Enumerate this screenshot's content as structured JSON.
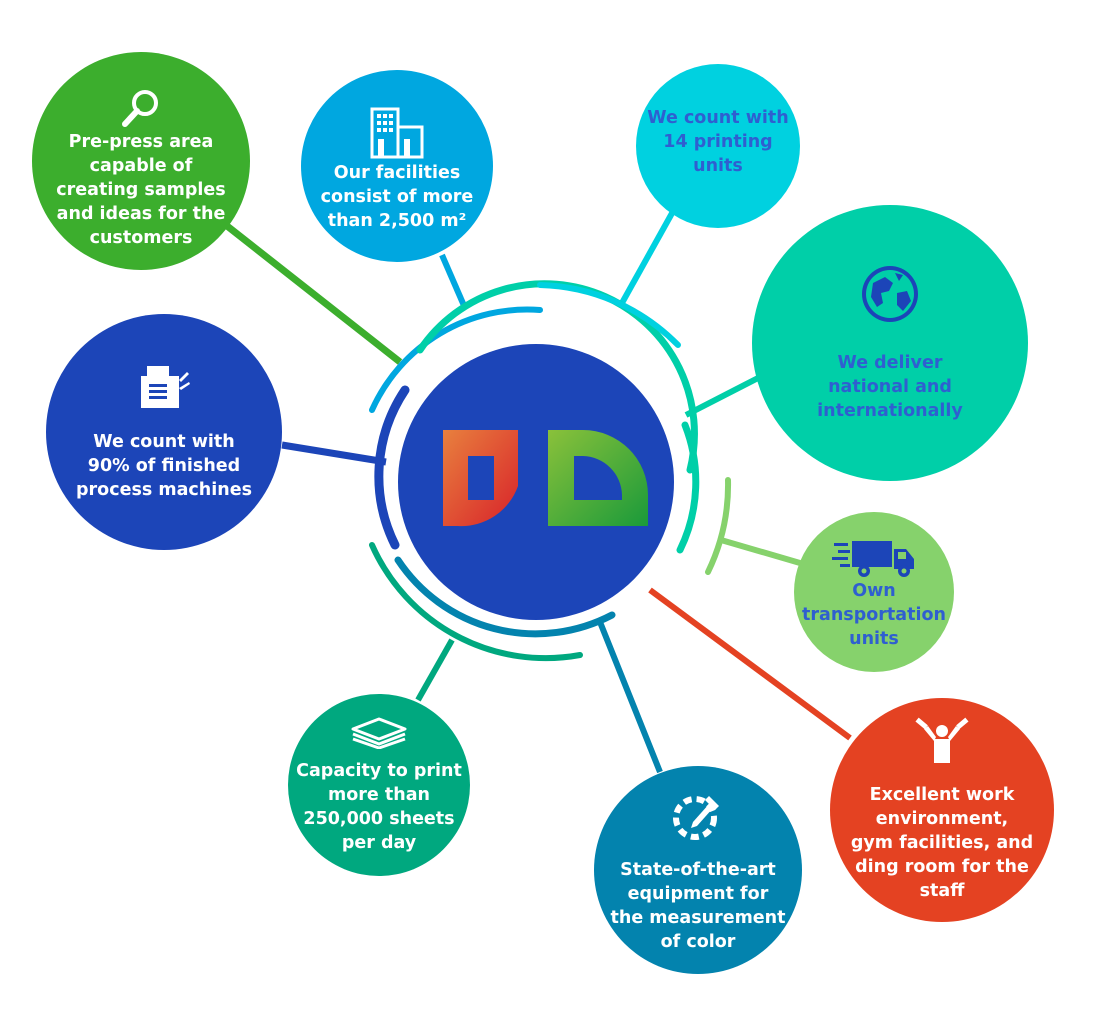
{
  "colors": {
    "hub": "#1c45b8",
    "green": "#3cae2d",
    "sky": "#00a7e0",
    "cyan": "#00d1e0",
    "teal": "#00cfa8",
    "light_green": "#86d26c",
    "red": "#e44222",
    "ocean": "#0383ae",
    "jade": "#00a87f",
    "navy": "#1c45b8"
  },
  "bubbles": [
    {
      "id": "prepress",
      "icon": "magnifier-icon",
      "text": "Pre-press area\ncapable of\ncreating samples\nand ideas for the\ncustomers"
    },
    {
      "id": "facilities",
      "icon": "building-icon",
      "text": "Our facilities\nconsist of more\nthan 2,500 m²"
    },
    {
      "id": "printing",
      "icon": "",
      "text": "We count with\n14 printing\nunits"
    },
    {
      "id": "delivery",
      "icon": "globe-icon",
      "text": "We deliver\nnational and\ninternationally"
    },
    {
      "id": "transport",
      "icon": "truck-icon",
      "text": "Own\ntransportation\nunits"
    },
    {
      "id": "environment",
      "icon": "gym-person-icon",
      "text": "Excellent work\nenvironment,\ngym facilities, and\nding room for the\nstaff"
    },
    {
      "id": "color",
      "icon": "color-picker-icon",
      "text": "State-of-the-art\nequipment for\nthe measurement\nof color"
    },
    {
      "id": "capacity",
      "icon": "paper-stack-icon",
      "text": "Capacity to print\nmore than\n250,000 sheets\nper day"
    },
    {
      "id": "finishing",
      "icon": "copier-icon",
      "text": "We count with\n90% of finished\nprocess machines"
    }
  ],
  "logo": {
    "icon": "company-logo-icon"
  }
}
